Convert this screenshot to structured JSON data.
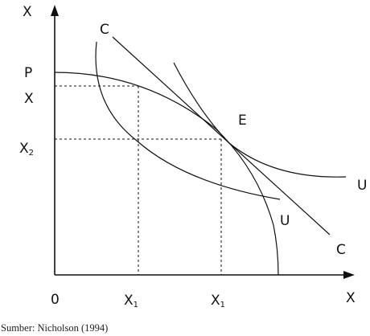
{
  "axes": {
    "y_label": "X",
    "x_label": "X",
    "origin": "0"
  },
  "y_ticks": {
    "p": "P",
    "x_top": "X",
    "x2_base": "X",
    "x2_sub": "2"
  },
  "x_ticks": {
    "x1a_base": "X",
    "x1a_sub": "1",
    "x1b_base": "X",
    "x1b_sub": "1"
  },
  "curve_labels": {
    "c_top": "C",
    "c_bottom": "C",
    "u_right": "U",
    "u_lower": "U",
    "e_point": "E"
  },
  "caption": "Sumber: Nicholson (1994)"
}
